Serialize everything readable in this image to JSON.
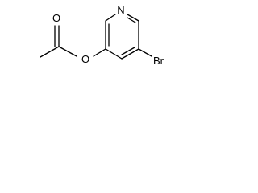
{
  "molecule": {
    "atoms": {
      "nitrogen": "N",
      "ester_oxygen": "O",
      "carbonyl_oxygen": "O",
      "bromine": "Br"
    }
  }
}
